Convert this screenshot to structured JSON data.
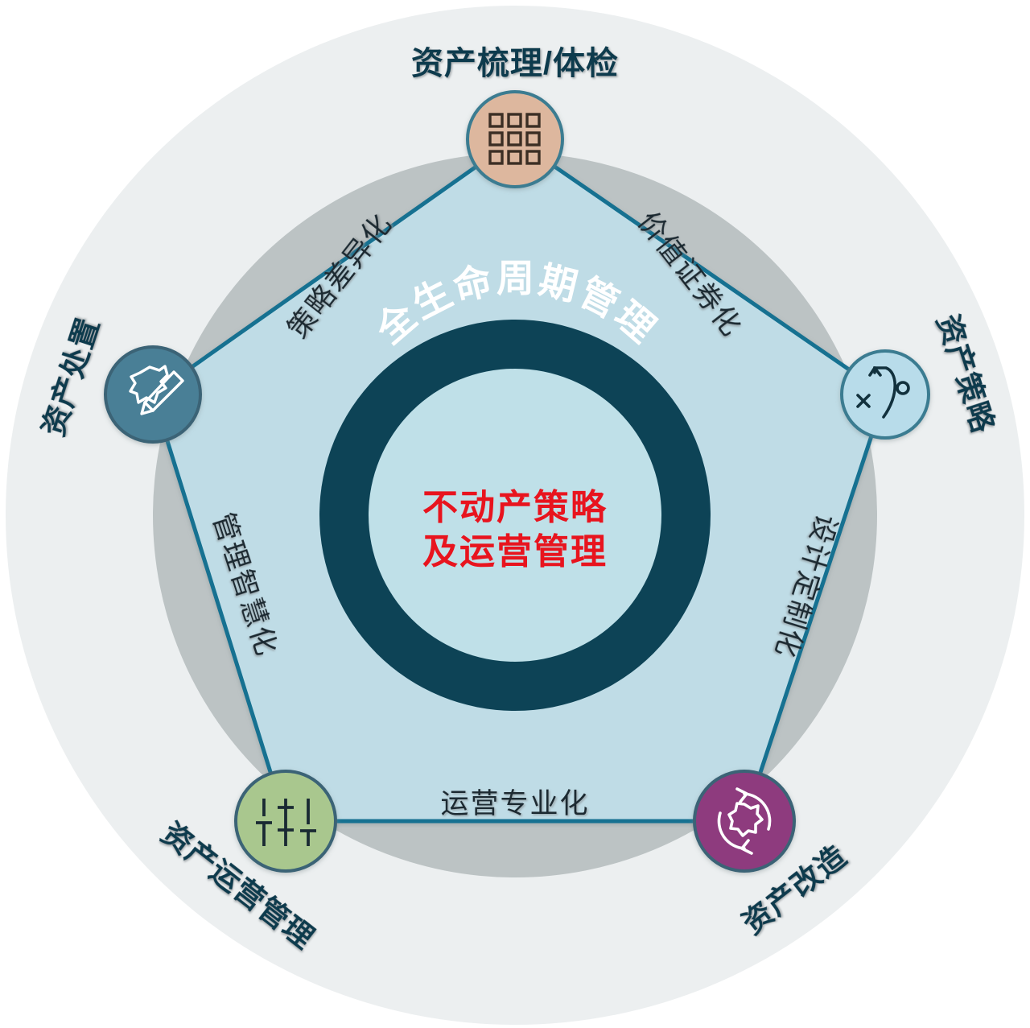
{
  "diagram": {
    "title_center_outer": "全生命周期管理",
    "title_center_inner_line1": "不动产策略",
    "title_center_inner_line2": "及运营管理",
    "colors": {
      "background": "#ffffff",
      "outer_disc": "#ECEFF0",
      "gray_ring": "#BCC3C4",
      "star_fill": "#BFDCE6",
      "star_stroke": "#127191",
      "dark_ring": "#0D4356",
      "inner_disc": "#BFE0E8",
      "center_text_red": "#E8141E",
      "center_text_white": "#FFFFFF",
      "label_dark": "#103B4D",
      "arc_label": "#1B2A33"
    },
    "nodes": [
      {
        "id": "asset-audit",
        "label": "资产梳理/体检",
        "icon": "grid-3x3-icon",
        "circle_fill": "#DDB79E",
        "circle_stroke": "#3B7B91",
        "icon_color": "#3B2E24",
        "rotation": 0
      },
      {
        "id": "asset-strategy",
        "label": "资产策略",
        "icon": "strategy-playbook-icon",
        "circle_fill": "#B8DCEA",
        "circle_stroke": "#3B7B91",
        "icon_color": "#12313D",
        "rotation": 72
      },
      {
        "id": "asset-renovation",
        "label": "资产改造",
        "icon": "gear-refresh-icon",
        "circle_fill": "#8E3A7E",
        "circle_stroke": "#3B6476",
        "icon_color": "#FFFFFF",
        "rotation": 144
      },
      {
        "id": "asset-operation",
        "label": "资产运营管理",
        "icon": "sliders-icon",
        "circle_fill": "#A9C78E",
        "circle_stroke": "#3B6476",
        "icon_color": "#1A2A33",
        "rotation": 216
      },
      {
        "id": "asset-disposal",
        "label": "资产处置",
        "icon": "land-pencil-icon",
        "circle_fill": "#4A7F96",
        "circle_stroke": "#3B6476",
        "icon_color": "#FFFFFF",
        "rotation": 288
      }
    ],
    "arc_labels": [
      {
        "id": "value-securitization",
        "label": "价值证券化"
      },
      {
        "id": "design-customization",
        "label": "设计定制化"
      },
      {
        "id": "operation-professionalization",
        "label": "运营专业化"
      },
      {
        "id": "management-intelligence",
        "label": "管理智慧化"
      },
      {
        "id": "strategy-differentiation",
        "label": "策略差异化"
      }
    ]
  }
}
